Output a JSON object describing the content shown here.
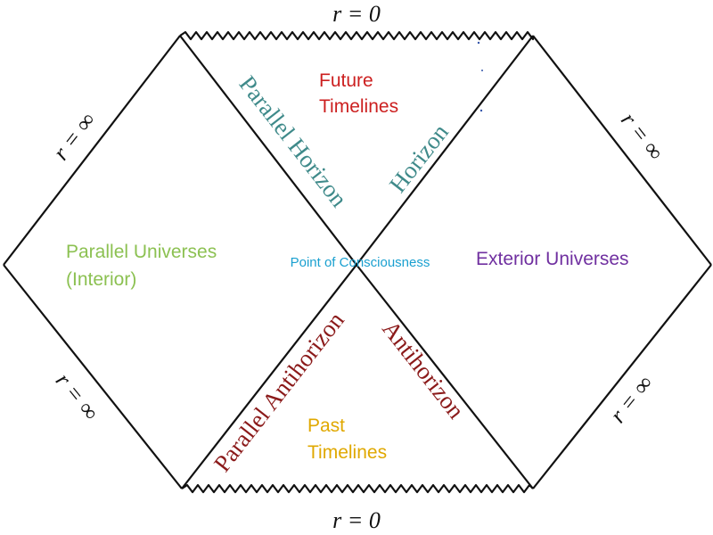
{
  "boundary_labels": {
    "top": "r = 0",
    "bottom": "r = 0",
    "upper_left": "r = ∞",
    "lower_left": "r = ∞",
    "upper_right": "r = ∞",
    "lower_right": "r = ∞"
  },
  "horizon_labels": {
    "parallel_horizon": "Parallel Horizon",
    "horizon": "Horizon",
    "parallel_antihorizon": "Parallel Antihorizon",
    "antihorizon": "Antihorizon"
  },
  "regions": {
    "future_line1": "Future",
    "future_line2": "Timelines",
    "past_line1": "Past",
    "past_line2": "Timelines",
    "left_line1": "Parallel Universes",
    "left_line2": "(Interior)",
    "right": "Exterior Universes",
    "center": "Point of Consciousness"
  },
  "colors": {
    "outline": "#111111",
    "future": "#cc1f1f",
    "past": "#e0a800",
    "parallel_universes": "#8cc152",
    "exterior": "#7030a0",
    "center": "#1aa0d0",
    "horizon": "#3f8a8a",
    "antihorizon": "#8b1a1a"
  }
}
